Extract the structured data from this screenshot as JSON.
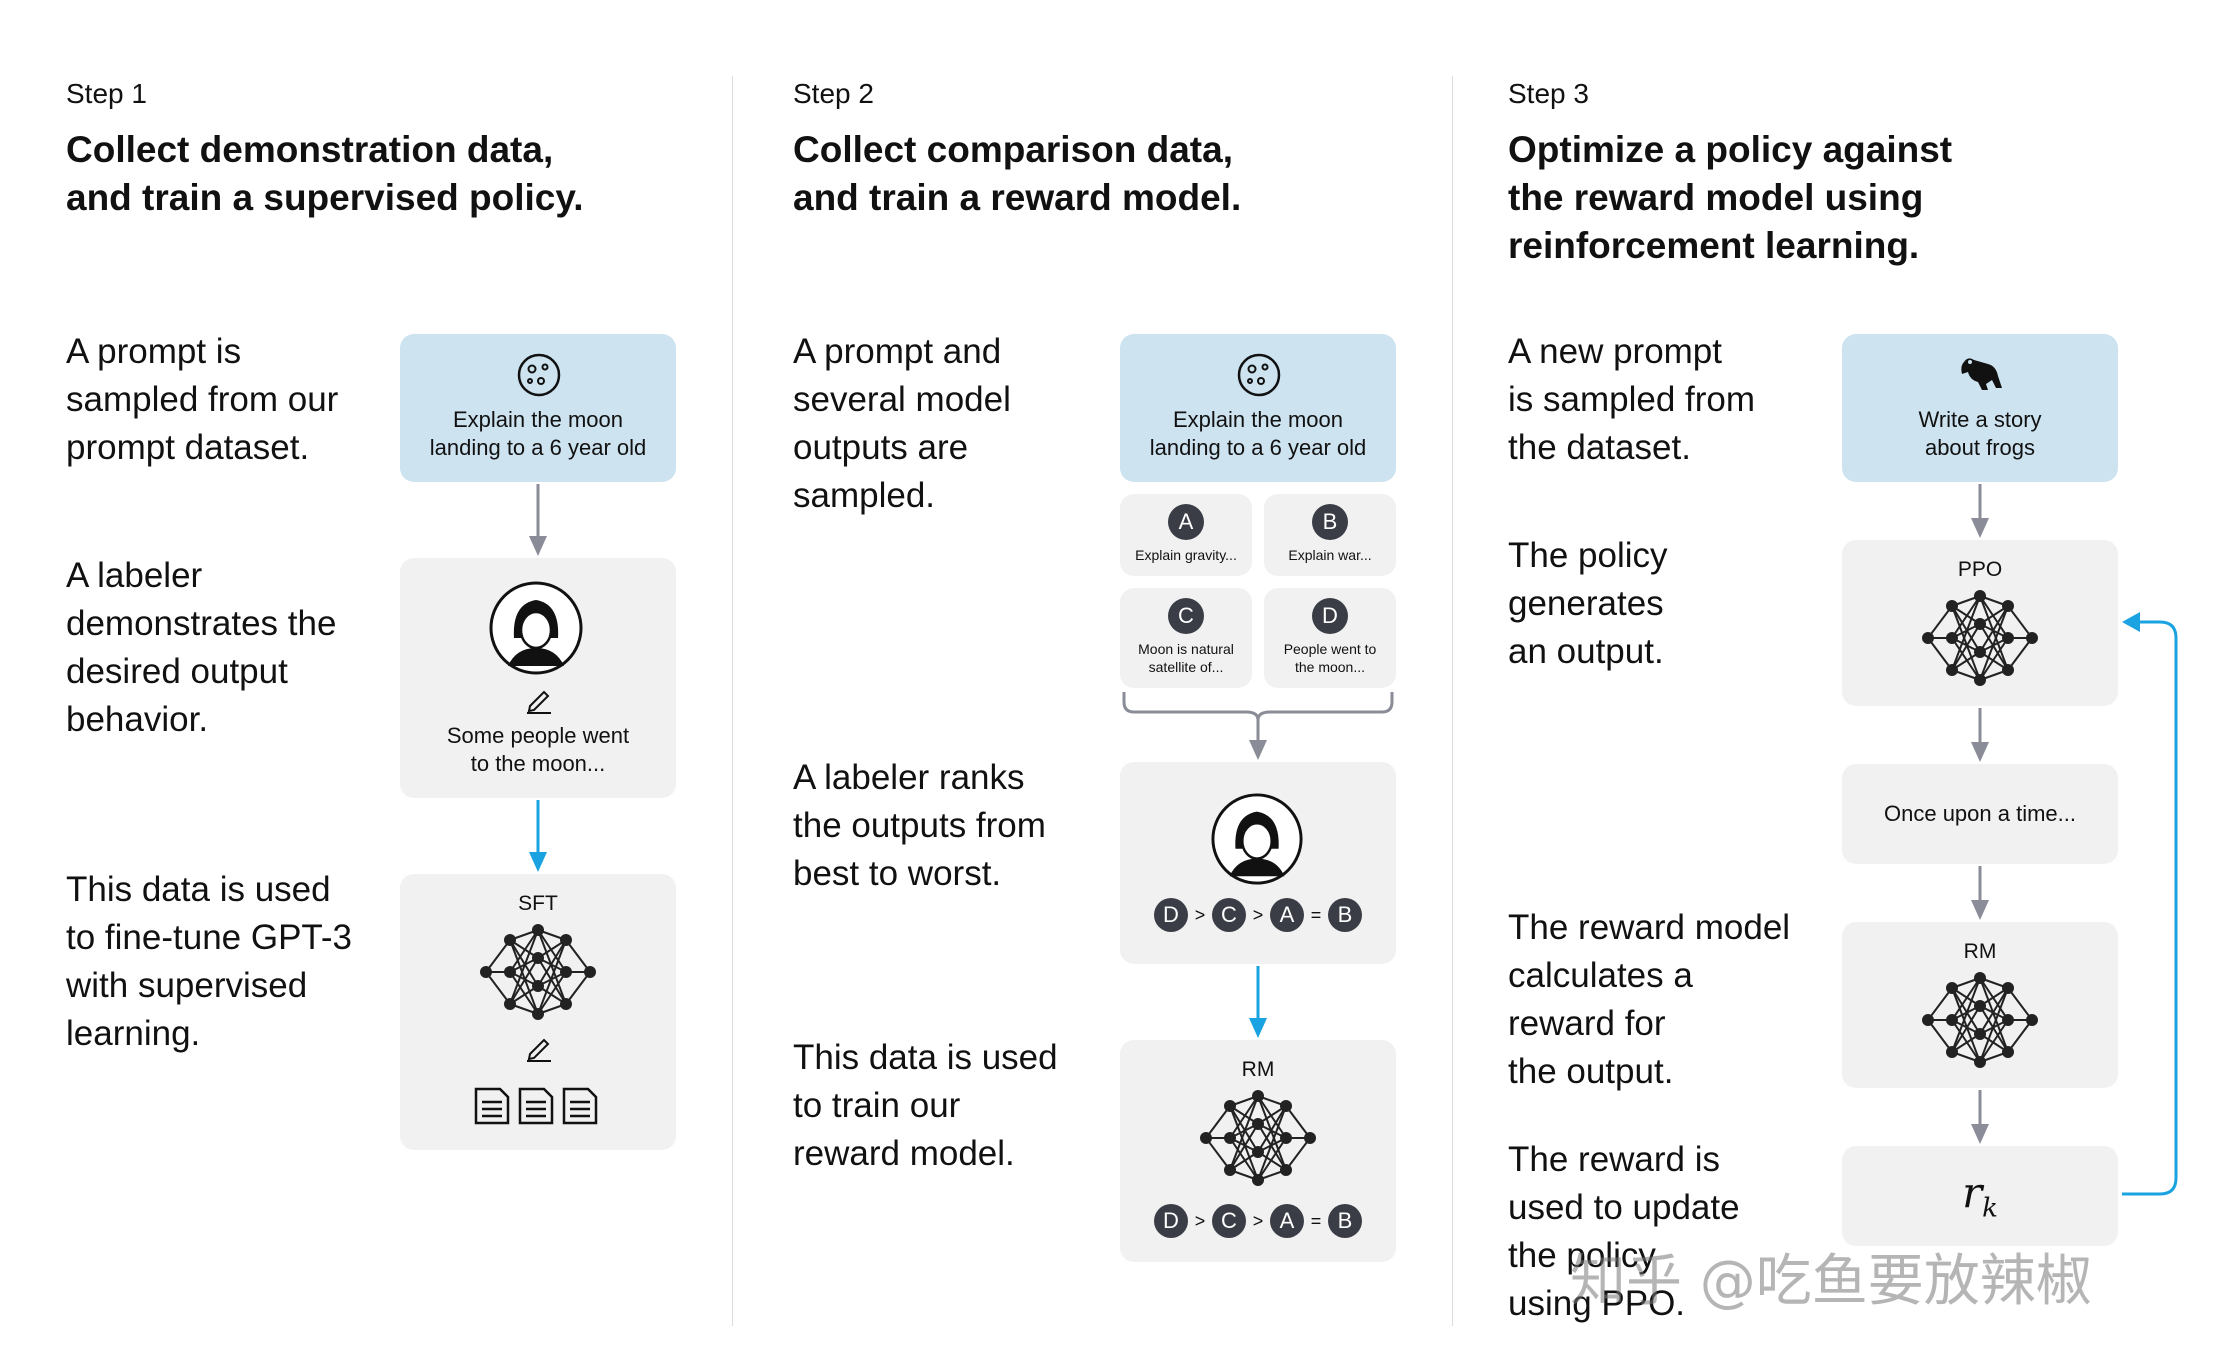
{
  "step1": {
    "label": "Step 1",
    "title_line1": "Collect demonstration data,",
    "title_line2": "and train a supervised policy.",
    "desc1": [
      "A prompt is",
      "sampled from our",
      "prompt dataset."
    ],
    "desc2": [
      "A labeler",
      "demonstrates the",
      "desired output",
      "behavior."
    ],
    "desc3": [
      "This data is used",
      "to fine-tune GPT-3",
      "with supervised",
      "learning."
    ],
    "prompt_box": [
      "Explain the moon",
      "landing to a 6 year old"
    ],
    "demo_box": [
      "Some people went",
      "to the moon..."
    ],
    "model_label": "SFT"
  },
  "step2": {
    "label": "Step 2",
    "title_line1": "Collect comparison data,",
    "title_line2": "and train a reward model.",
    "desc1": [
      "A prompt and",
      "several model",
      "outputs are",
      "sampled."
    ],
    "desc2": [
      "A labeler ranks",
      "the outputs from",
      "best to worst."
    ],
    "desc3": [
      "This data is used",
      "to train our",
      "reward model."
    ],
    "prompt_box": [
      "Explain the moon",
      "landing to a 6 year old"
    ],
    "outputs": [
      {
        "letter": "A",
        "text": [
          "Explain gravity..."
        ]
      },
      {
        "letter": "B",
        "text": [
          "Explain war..."
        ]
      },
      {
        "letter": "C",
        "text": [
          "Moon is natural",
          "satellite of..."
        ]
      },
      {
        "letter": "D",
        "text": [
          "People went to",
          "the moon..."
        ]
      }
    ],
    "ranking": [
      "D",
      ">",
      "C",
      ">",
      "A",
      "=",
      "B"
    ],
    "model_label": "RM"
  },
  "step3": {
    "label": "Step 3",
    "title_line1": "Optimize a policy against",
    "title_line2": "the reward model using",
    "title_line3": "reinforcement learning.",
    "desc1": [
      "A new prompt",
      "is sampled from",
      "the dataset."
    ],
    "desc2": [
      "The policy",
      "generates",
      "an output."
    ],
    "desc3": [
      "The reward model",
      "calculates a",
      "reward for",
      "the output."
    ],
    "desc4": [
      "The reward is",
      "used to update",
      "the policy",
      "using PPO."
    ],
    "prompt_box": [
      "Write a story",
      "about frogs"
    ],
    "policy_label": "PPO",
    "output_text": "Once upon a time...",
    "rm_label": "RM",
    "reward_symbol": "r",
    "reward_sub": "k"
  },
  "watermark": "知乎 @吃鱼要放辣椒",
  "colors": {
    "blue_box": "#cde3f0",
    "gray_box": "#f1f1f1",
    "arrow_gray": "#8a8d97",
    "arrow_blue": "#1aa3e0",
    "node": "#222222"
  }
}
